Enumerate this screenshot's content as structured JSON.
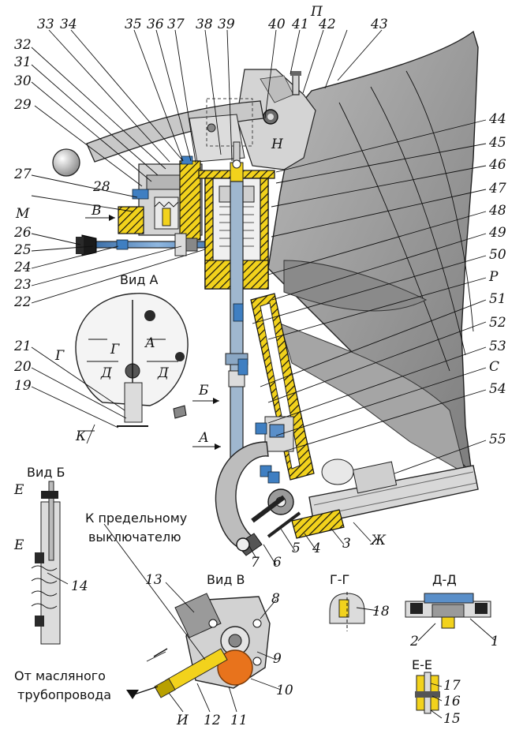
{
  "callouts": {
    "n1": "1",
    "n2": "2",
    "n3": "3",
    "n4": "4",
    "n5": "5",
    "n6": "6",
    "n7": "7",
    "n8": "8",
    "n9": "9",
    "n10": "10",
    "n11": "11",
    "n12": "12",
    "n13": "13",
    "n14": "14",
    "n15": "15",
    "n16": "16",
    "n17": "17",
    "n18": "18",
    "n19": "19",
    "n20": "20",
    "n21": "21",
    "n22": "22",
    "n23": "23",
    "n24": "24",
    "n25": "25",
    "n26": "26",
    "n27": "27",
    "n28": "28",
    "n29": "29",
    "n30": "30",
    "n31": "31",
    "n32": "32",
    "n33": "33",
    "n34": "34",
    "n35": "35",
    "n36": "36",
    "n37": "37",
    "n38": "38",
    "n39": "39",
    "n40": "40",
    "n41": "41",
    "n42": "42",
    "n43": "43",
    "n44": "44",
    "n45": "45",
    "n46": "46",
    "n47": "47",
    "n48": "48",
    "n49": "49",
    "n50": "50",
    "n51": "51",
    "n52": "52",
    "n53": "53",
    "n54": "54",
    "n55": "55"
  },
  "letters": {
    "P": "П",
    "H": "Н",
    "M": "М",
    "V": "В",
    "R": "Р",
    "S": "С",
    "B": "Б",
    "A": "А",
    "G": "Г",
    "D": "Д",
    "E": "Е",
    "K": "К",
    "Zh": "Ж",
    "I": "И"
  },
  "views": {
    "vid_a": "Вид А",
    "vid_b": "Вид Б",
    "vid_v": "Вид В",
    "gg": "Г-Г",
    "dd": "Д-Д",
    "ee": "Е-Е"
  },
  "notes": {
    "limit_switch_line1": "К предельному",
    "limit_switch_line2": "выключателю",
    "oil_line1": "От масляного",
    "oil_line2": "трубопровода"
  },
  "colors": {
    "hatch_yellow": "#f2d21c",
    "bolt_blue": "#3f7fc2",
    "steel_blue": "#5a8fc9",
    "body_gray": "#9b9b9b",
    "orange": "#e8731c"
  }
}
